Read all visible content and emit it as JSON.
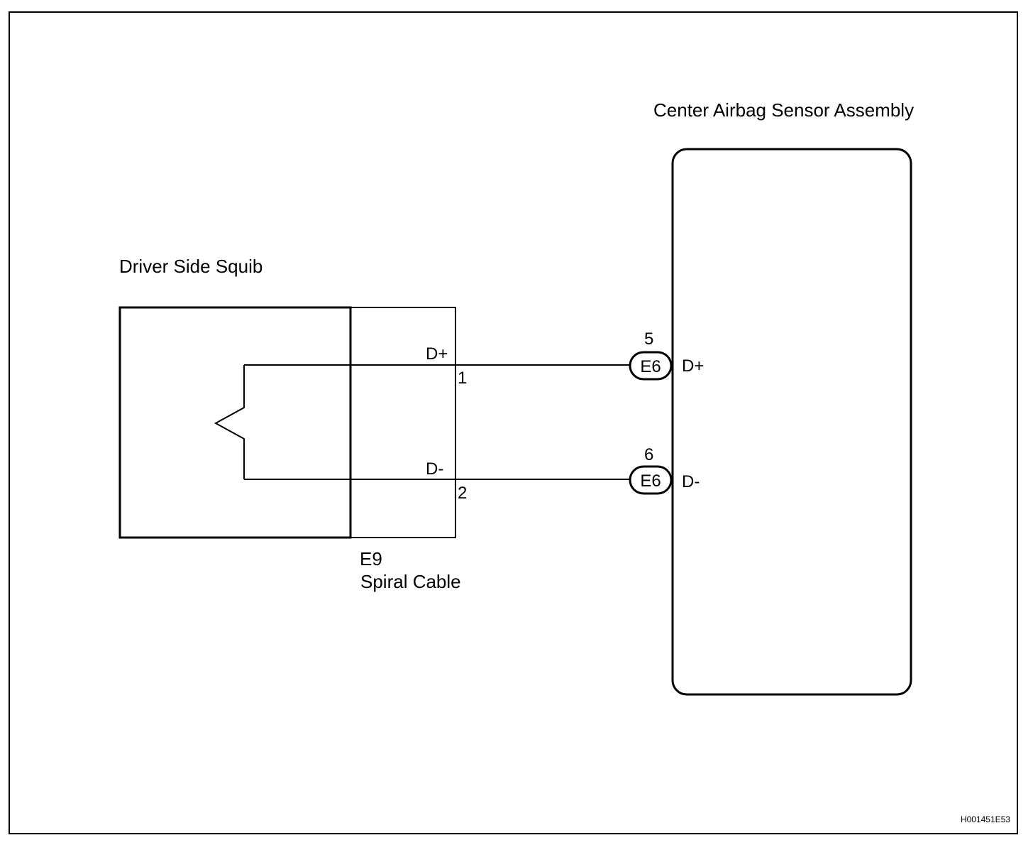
{
  "components": {
    "sensor": {
      "title": "Center Airbag Sensor Assembly"
    },
    "squib": {
      "title": "Driver Side Squib"
    },
    "spiral": {
      "code": "E9",
      "title": "Spiral Cable"
    }
  },
  "circuits": [
    {
      "name": "D+",
      "spiral_pin": "1",
      "sensor_pin": "5",
      "connector": "E6",
      "sensor_terminal": "D+"
    },
    {
      "name": "D-",
      "spiral_pin": "2",
      "sensor_pin": "6",
      "connector": "E6",
      "sensor_terminal": "D-"
    }
  ],
  "figure_code": "H001451E53"
}
